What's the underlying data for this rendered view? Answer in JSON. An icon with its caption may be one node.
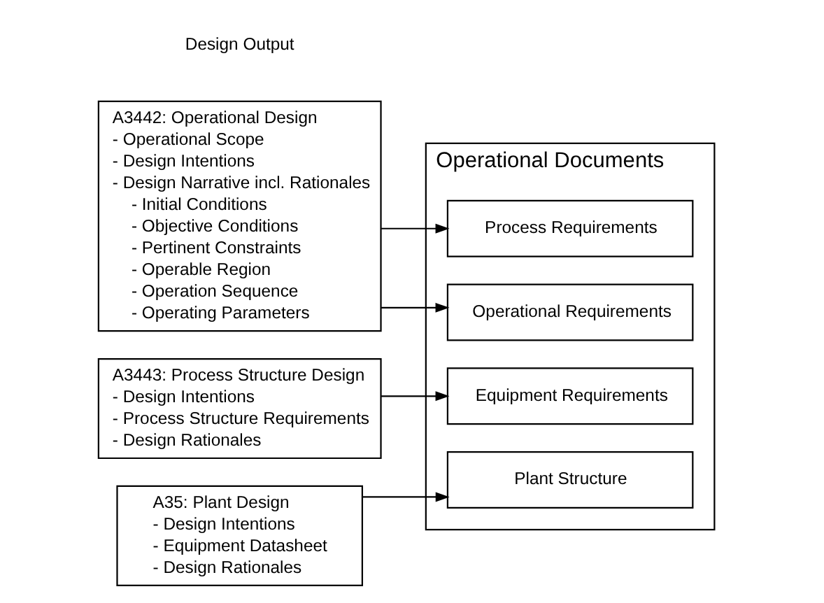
{
  "diagram": {
    "nodes": [
      {
        "text": [
          "A3442: Operational Design",
          "- Operational Scope",
          "- Design Intentions",
          "- Design Narrative incl. Rationales",
          "- Initial Conditions",
          "- Objective Conditions",
          "- Pertinent Constraints",
          "- Operable Region",
          "- Operation Sequence",
          "- Operating Parameters"
        ]
      },
      {
        "text": [
          "A3443: Process Structure Design",
          "- Design Intentions",
          "- Process Structure Requirements",
          "- Design Rationales"
        ]
      },
      {
        "text": [
          "A35: Plant Design",
          "- Design Intentions",
          "- Equipment Datasheet",
          "- Design Rationales"
        ]
      },
      {
        "text": [
          "Operational Documents"
        ]
      },
      {
        "text": [
          "Process Requirements"
        ],
        "in": 3
      },
      {
        "text": [
          "Operational Requirements"
        ],
        "in": 3
      },
      {
        "text": [
          "Equipment Requirements"
        ],
        "in": 3
      },
      {
        "text": [
          "Plant Structure"
        ],
        "in": 3
      }
    ],
    "edges": [
      {
        "from": 0,
        "to": 4,
        "arrow": "to"
      },
      {
        "from": 0,
        "to": 5,
        "arrow": "to"
      },
      {
        "from": 1,
        "to": 6,
        "arrow": "to"
      },
      {
        "from": 2,
        "to": 7,
        "arrow": "to"
      }
    ],
    "labels": [
      "Design Output"
    ]
  }
}
